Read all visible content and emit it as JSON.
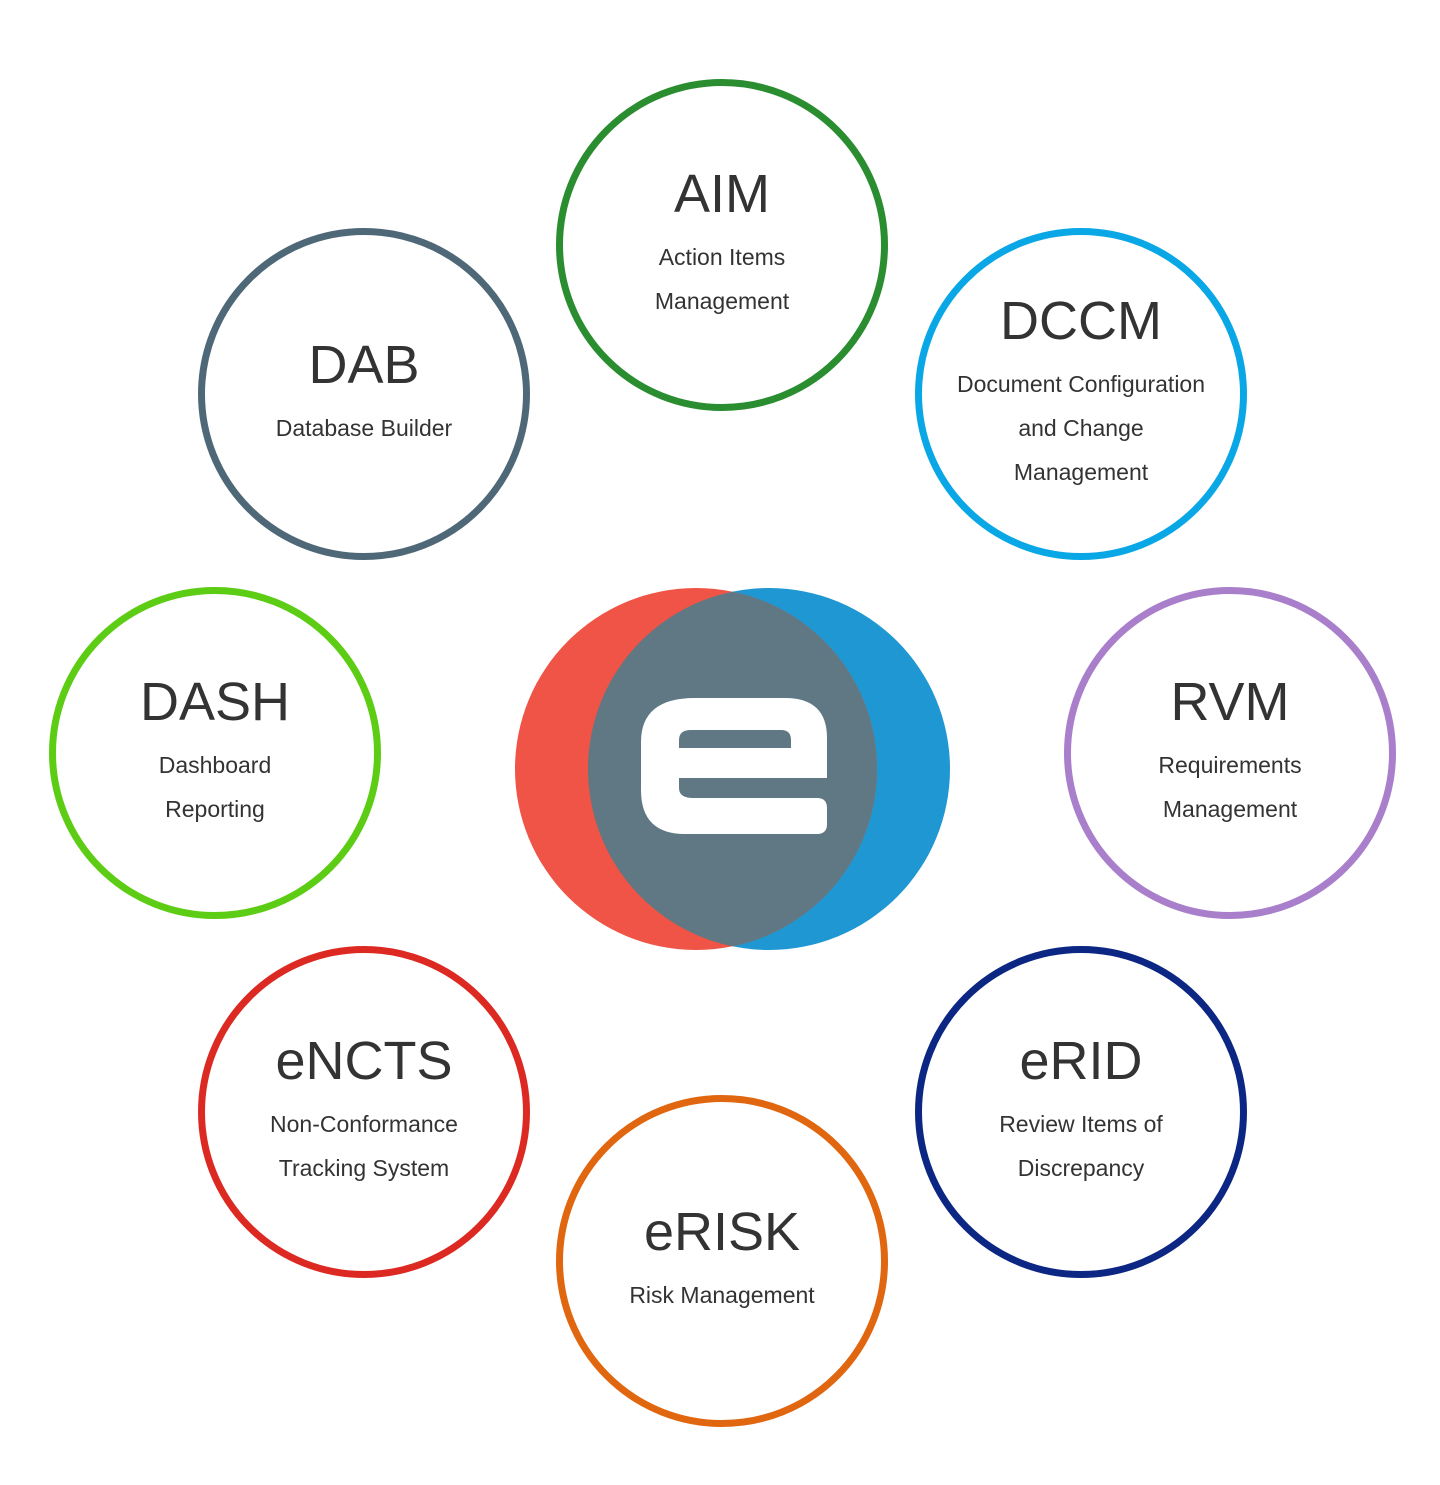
{
  "modules": [
    {
      "key": "aim",
      "title": "AIM",
      "lines": [
        "Action Items",
        "Management"
      ],
      "color": "#2a8d30"
    },
    {
      "key": "dab",
      "title": "DAB",
      "lines": [
        "Database Builder"
      ],
      "color": "#4f6878"
    },
    {
      "key": "dccm",
      "title": "DCCM",
      "lines": [
        "Document Configuration",
        "and Change",
        "Management"
      ],
      "color": "#0aa7e6"
    },
    {
      "key": "dash",
      "title": "DASH",
      "lines": [
        "Dashboard",
        "Reporting"
      ],
      "color": "#5ccd14"
    },
    {
      "key": "rvm",
      "title": "RVM",
      "lines": [
        "Requirements",
        "Management"
      ],
      "color": "#a97fcb"
    },
    {
      "key": "encts",
      "title": "eNCTS",
      "lines": [
        "Non-Conformance",
        "Tracking System"
      ],
      "color": "#dc2a22"
    },
    {
      "key": "erid",
      "title": "eRID",
      "lines": [
        "Review Items of",
        "Discrepancy"
      ],
      "color": "#0c2683"
    },
    {
      "key": "erisk",
      "title": "eRISK",
      "lines": [
        "Risk Management"
      ],
      "color": "#e0660f"
    }
  ],
  "logo": {
    "icon": "e-logo-icon",
    "left_color": "#ef5446",
    "right_color": "#1f97d2",
    "overlap_color": "#5f7883",
    "glyph_color": "#ffffff"
  }
}
